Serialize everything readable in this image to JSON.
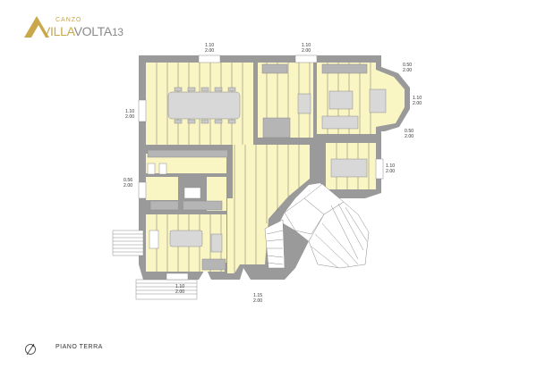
{
  "brand": {
    "small": "CANZO",
    "name_part1": "VILLA",
    "name_part2": "VOLTA",
    "name_part3": "13",
    "colors": {
      "gold": "#c8a84b",
      "grey": "#8a8a8a"
    }
  },
  "plan": {
    "floor_label": "PIANO TERRA",
    "colors": {
      "wall": "#9a9a9a",
      "floor": "#faf6c4",
      "board": "#6e6e6e",
      "stair": "#bfbfbf"
    },
    "dimensions": [
      {
        "w": "1.10",
        "h": "2.00"
      },
      {
        "w": "1.10",
        "h": "2.00"
      },
      {
        "w": "1.10",
        "h": "2.00"
      },
      {
        "w": "0.50",
        "h": "2.00"
      },
      {
        "w": "1.10",
        "h": "2.00"
      },
      {
        "w": "0.50",
        "h": "2.00"
      },
      {
        "w": "1.10",
        "h": "2.00"
      },
      {
        "w": "0.56",
        "h": "2.00"
      },
      {
        "w": "1.10",
        "h": "2.00"
      },
      {
        "w": "1.15",
        "h": "2.00"
      }
    ]
  }
}
